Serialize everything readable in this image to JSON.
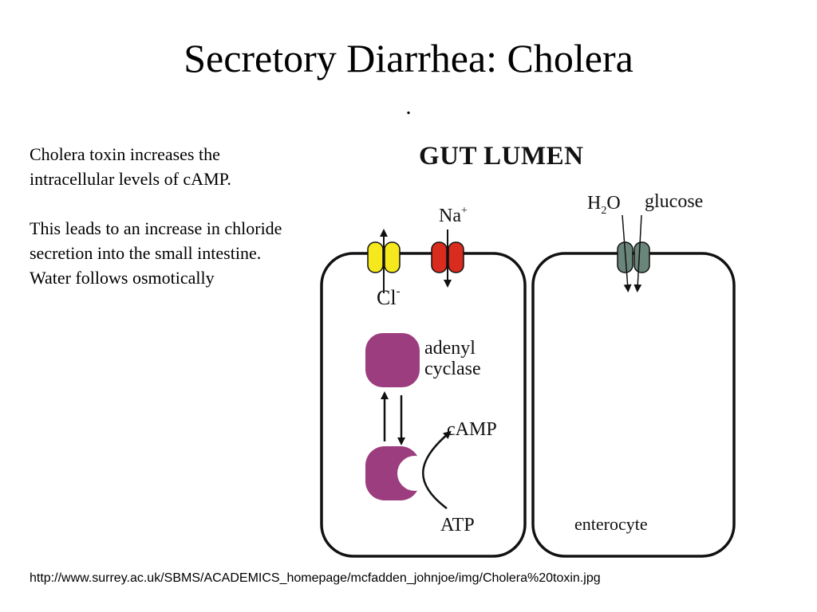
{
  "title": "Secretory Diarrhea:  Cholera",
  "subtitle_dot": ".",
  "body": {
    "paragraph_1": "Cholera toxin increases the intracellular levels of cAMP.",
    "paragraph_2": "This leads to an increase in chloride secretion into the small intestine.  Water follows osmotically"
  },
  "diagram": {
    "gut_lumen_label": "GUT LUMEN",
    "na_label": "Na",
    "na_charge": "+",
    "cl_label": "Cl",
    "cl_charge": "-",
    "h2o_label_h": "H",
    "h2o_label_2": "2",
    "h2o_label_o": "O",
    "glucose_label": "glucose",
    "adenyl_line1": "adenyl",
    "adenyl_line2": "cyclase",
    "camp_label": "cAMP",
    "atp_label": "ATP",
    "enterocyte_label": "enterocyte",
    "colors": {
      "cl_channel": "#f5e81c",
      "na_channel": "#d92b1e",
      "glucose_channel": "#6a857a",
      "enzyme": "#9b3d7e",
      "outline": "#111111"
    }
  },
  "source_url": "http://www.surrey.ac.uk/SBMS/ACADEMICS_homepage/mcfadden_johnjoe/img/Cholera%20toxin.jpg"
}
